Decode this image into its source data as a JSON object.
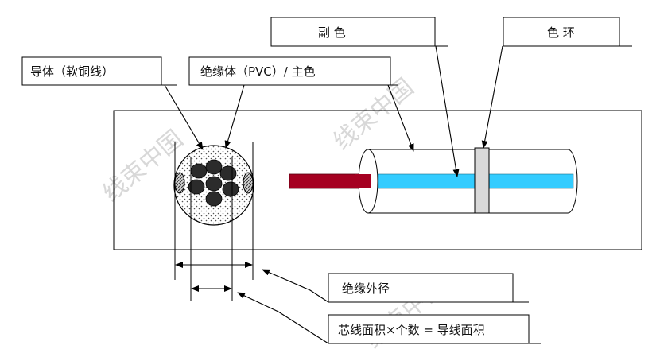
{
  "labels": {
    "conductor": "导体（软铜线）",
    "insulation": "绝缘体（PVC）/ 主色",
    "secondary_color": "副 色",
    "color_ring": "色 环",
    "insulation_od": "绝缘外径",
    "conductor_area": "芯线面积×个数 = 导线面积"
  },
  "watermark": "线束中国",
  "colors": {
    "core_stub": "#a50021",
    "stripe": "#33ccff",
    "ring_fill": "#d9d9d9",
    "strand": "#2b2b2b",
    "line": "#000000"
  }
}
